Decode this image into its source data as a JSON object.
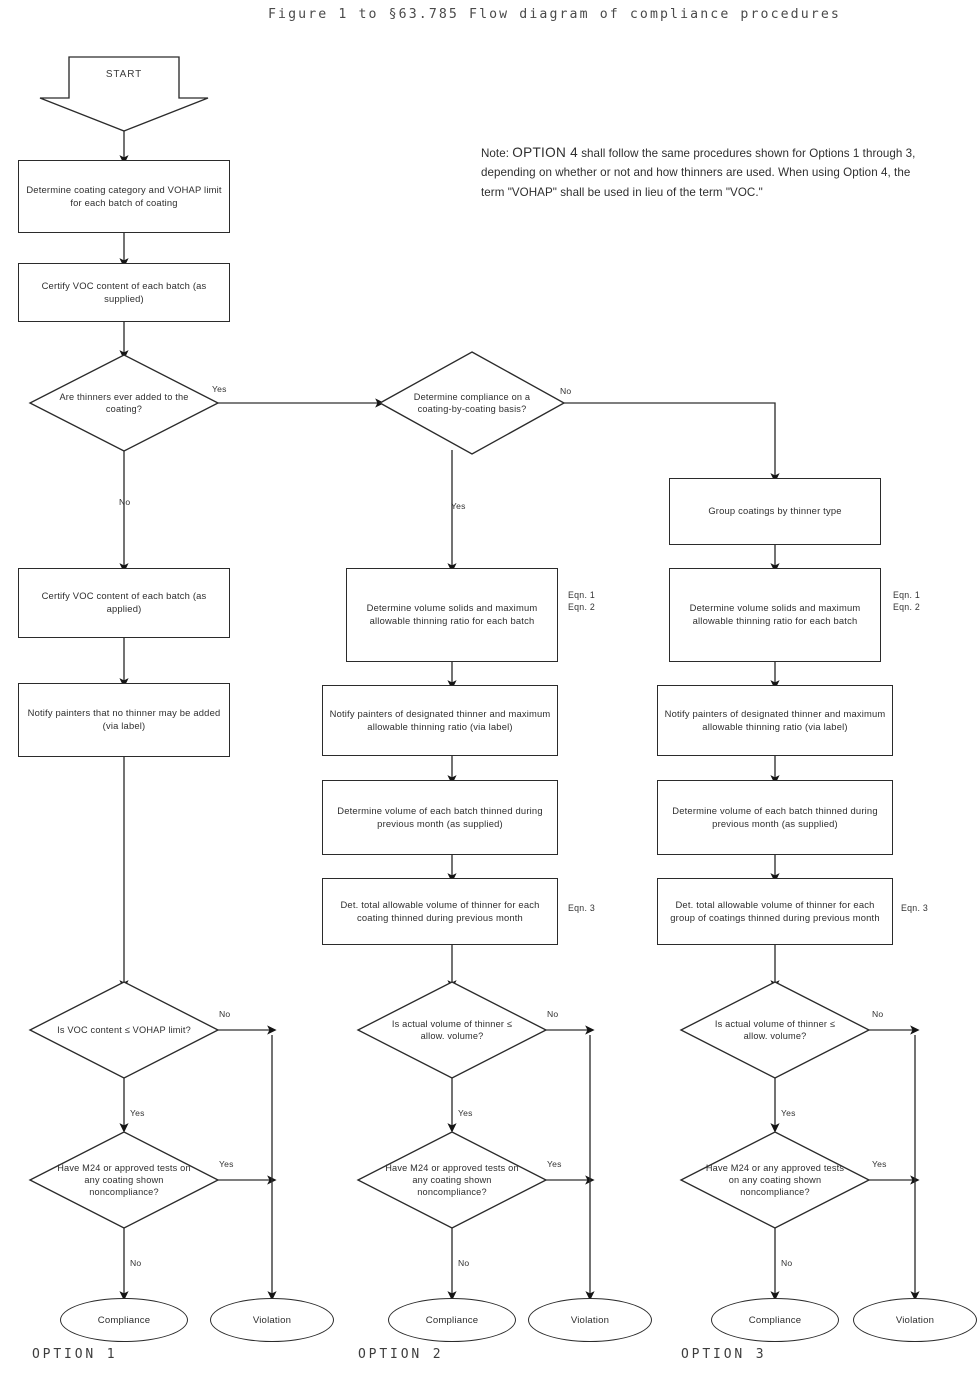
{
  "title": "Figure 1 to §63.785   Flow diagram of compliance procedures",
  "note": {
    "lead": "Note:",
    "emphasis": "OPTION 4",
    "body": " shall follow the same procedures shown for Options 1 through 3, depending on whether or not and how thinners are used.  When using Option 4, the term \"VOHAP\" shall be used in lieu of the term \"VOC.\""
  },
  "start": {
    "label": "START"
  },
  "shared": {
    "determine_category": "Determine coating category and VOHAP limit for each batch of coating",
    "certify_supplied": "Certify VOC content of each batch (as supplied)",
    "thinners_added": "Are thinners ever added to the coating?",
    "thinners_yes": "Yes",
    "thinners_no": "No",
    "coating_by_coating": "Determine compliance on a coating-by-coating basis?",
    "cbc_yes": "Yes",
    "cbc_no": "No"
  },
  "option1": {
    "name": "OPTION 1",
    "certify_applied": "Certify VOC content of each batch (as applied)",
    "notify_no_thinner": "Notify painters that no thinner may be added (via label)",
    "voc_limit_q": "Is VOC content ≤ VOHAP limit?",
    "voc_limit_no": "No",
    "voc_limit_yes": "Yes",
    "m24_q": "Have M24 or approved tests on any coating shown noncompliance?",
    "m24_yes": "Yes",
    "m24_no": "No",
    "compliance": "Compliance",
    "violation": "Violation"
  },
  "option2": {
    "name": "OPTION 2",
    "vol_solids": "Determine volume solids and maximum allowable thinning ratio for each batch",
    "vol_solids_eqn": "Eqn. 1\nEqn. 2",
    "notify_painters": "Notify painters of designated thinner and maximum allowable thinning ratio (via label)",
    "vol_each_batch": "Determine volume of each batch thinned during previous month (as supplied)",
    "total_allowable": "Det. total allowable volume of thinner for each coating thinned during previous month",
    "total_allowable_eqn": "Eqn. 3",
    "actual_vol_q": "Is actual volume of thinner ≤ allow. volume?",
    "actual_vol_no": "No",
    "actual_vol_yes": "Yes",
    "m24_q": "Have M24 or approved tests on any coating shown noncompliance?",
    "m24_yes": "Yes",
    "m24_no": "No",
    "compliance": "Compliance",
    "violation": "Violation"
  },
  "option3": {
    "name": "OPTION 3",
    "group_coatings": "Group coatings by thinner type",
    "vol_solids": "Determine volume solids and maximum allowable thinning ratio for each batch",
    "vol_solids_eqn": "Eqn. 1\nEqn. 2",
    "notify_painters": "Notify painters of designated thinner and maximum allowable thinning ratio (via label)",
    "vol_each_batch": "Determine volume of each batch thinned during previous month (as supplied)",
    "total_allowable": "Det. total allowable volume of thinner for each group of coatings thinned during previous month",
    "total_allowable_eqn": "Eqn. 3",
    "actual_vol_q": "Is actual volume of thinner ≤ allow. volume?",
    "actual_vol_no": "No",
    "actual_vol_yes": "Yes",
    "m24_q": "Have M24 or any approved tests on any coating shown noncompliance?",
    "m24_yes": "Yes",
    "m24_no": "No",
    "compliance": "Compliance",
    "violation": "Violation"
  },
  "colors": {
    "stroke": "#2b2b2b",
    "text": "#2e2e2e",
    "background": "#ffffff"
  }
}
